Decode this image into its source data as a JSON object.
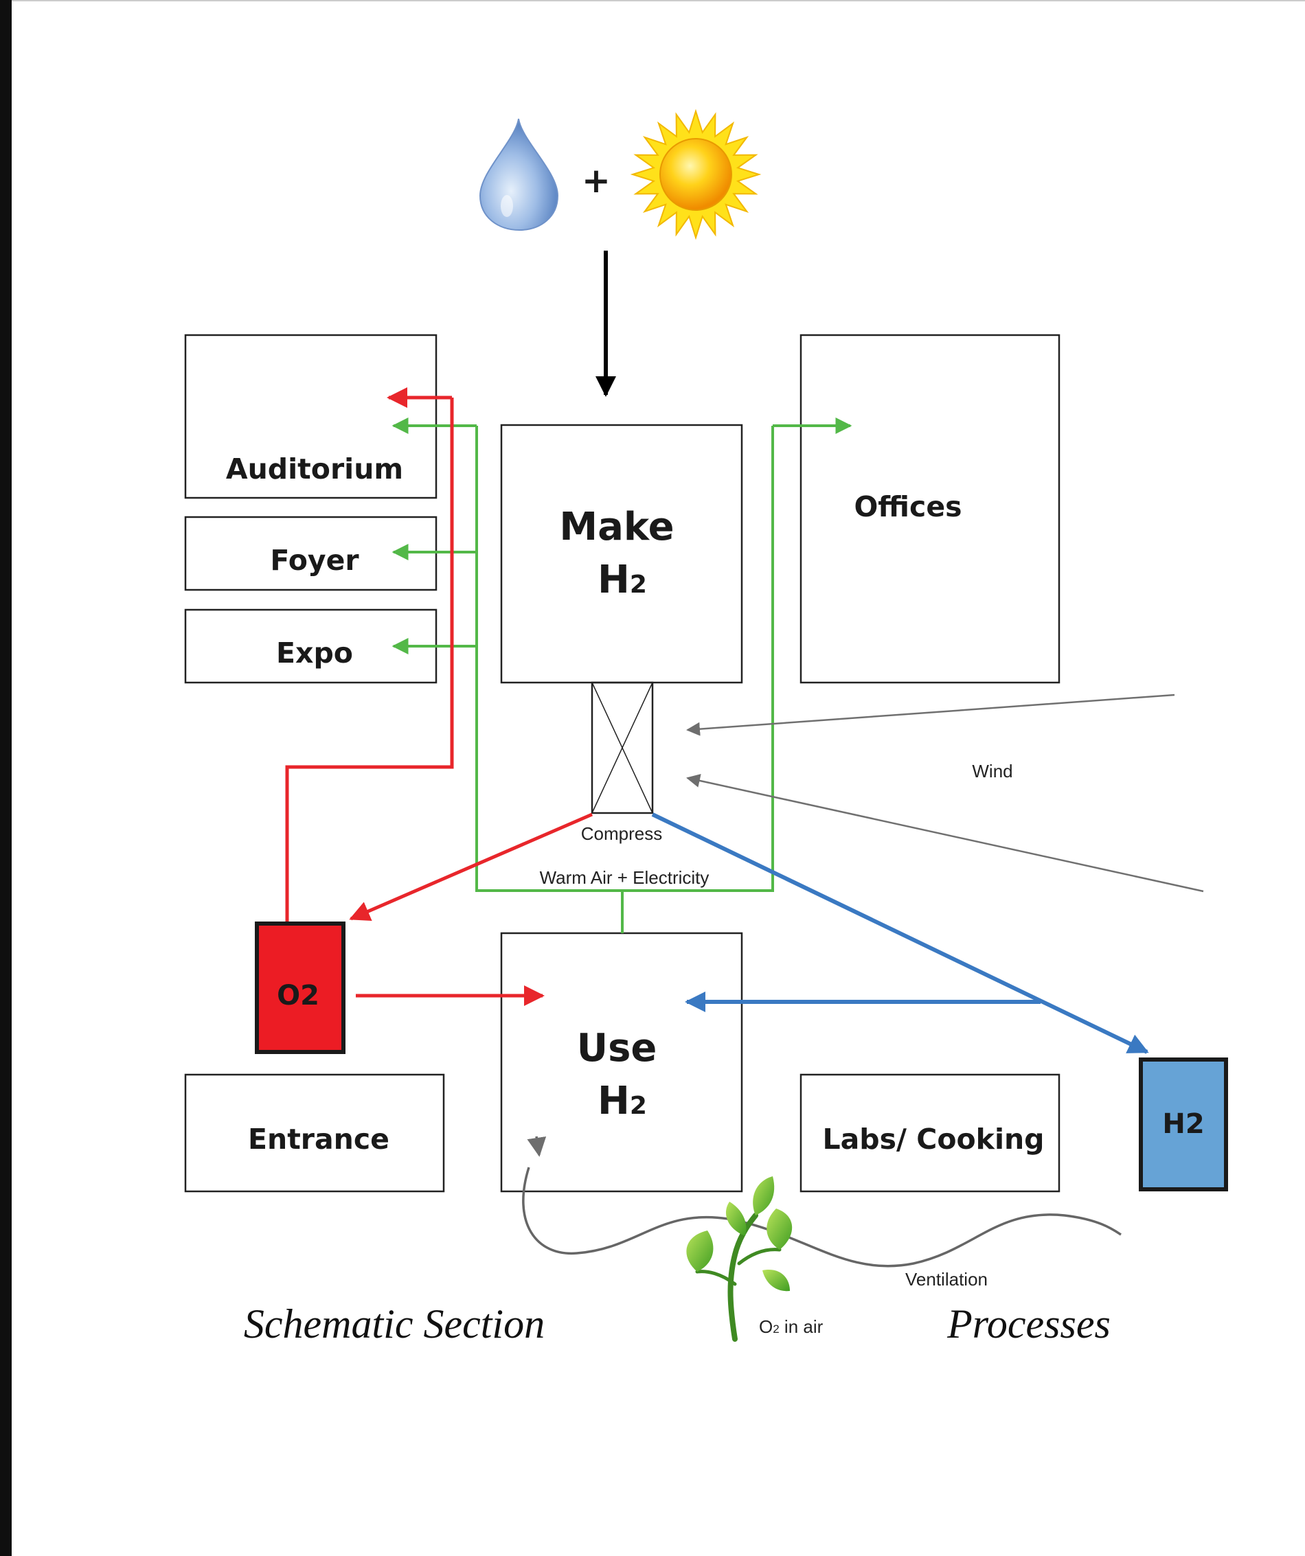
{
  "symbols": {
    "plus": "+"
  },
  "rooms": {
    "auditorium": "Auditorium",
    "foyer": "Foyer",
    "expo": "Expo",
    "offices": "Offices",
    "entrance": "Entrance",
    "labs": "Labs/ Cooking"
  },
  "process": {
    "make_line1": "Make",
    "make_line2_main": "H",
    "make_line2_sub": "2",
    "use_line1": "Use",
    "use_line2_main": "H",
    "use_line2_sub": "2",
    "compress": "Compress",
    "warm_air": "Warm Air + Electricity",
    "wind": "Wind",
    "ventilation": "Ventilation",
    "o2_air_main": "O",
    "o2_air_sub": "2",
    "o2_air_rest": " in air"
  },
  "tanks": {
    "o2": "O2",
    "h2": "H2"
  },
  "captions": {
    "left": "Schematic Section",
    "right": "Processes"
  },
  "colors": {
    "oxygen": "#e8262b",
    "hydrogen": "#3a79c2",
    "warm_air": "#53b848",
    "wind": "#707070",
    "o2_tank_fill": "#ec1c24",
    "h2_tank_fill": "#66a3d6"
  }
}
